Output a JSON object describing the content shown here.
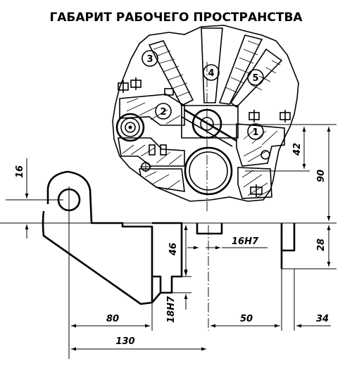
{
  "title": "ГАБАРИТ РАБОЧЕГО ПРОСТРАНСТВА",
  "callouts": [
    "1",
    "2",
    "3",
    "4",
    "5"
  ],
  "dimensions": {
    "d16": "16",
    "d42": "42",
    "d90": "90",
    "d28": "28",
    "d46": "46",
    "d16h7": "16H7",
    "d18h7": "18H7",
    "d80": "80",
    "d130": "130",
    "d50": "50",
    "d34": "34"
  }
}
